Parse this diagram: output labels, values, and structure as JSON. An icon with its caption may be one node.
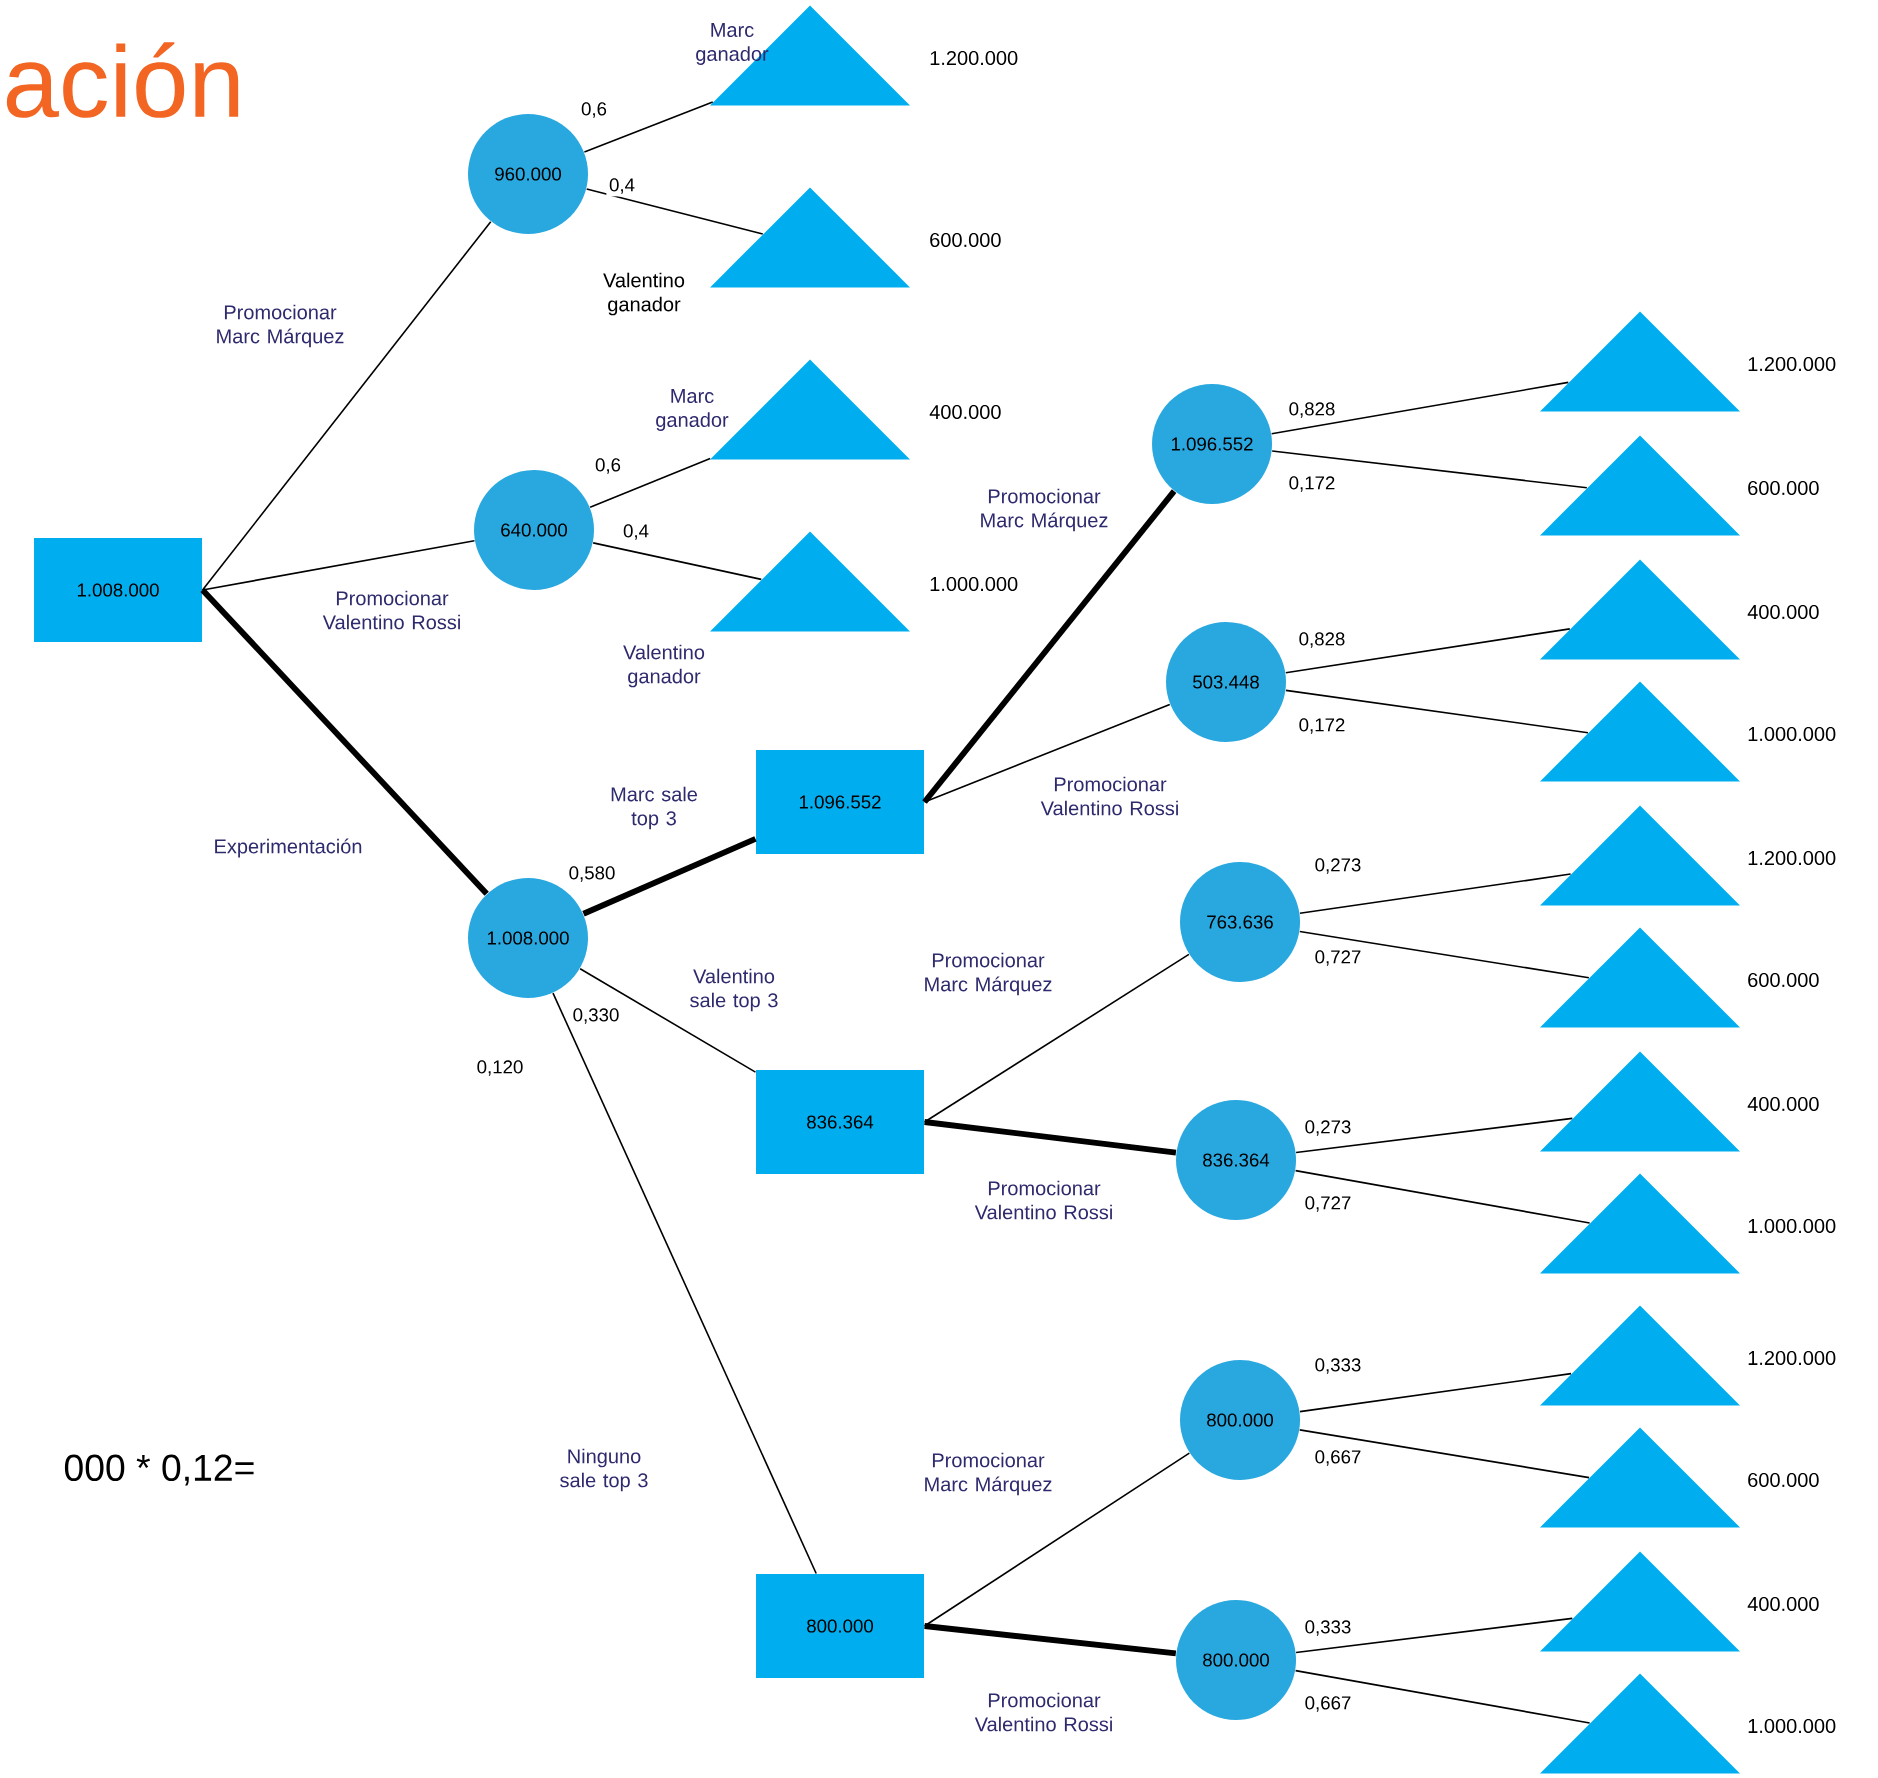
{
  "diagram": {
    "title": "ación",
    "nodes": [
      {
        "text": [
          "1.008.000"
        ]
      },
      {
        "text": [
          "960.000"
        ]
      },
      {
        "text": [],
        "shape": "triangle",
        "beside": [
          "1.200.000"
        ]
      },
      {
        "text": [],
        "shape": "triangle",
        "beside": [
          "600.000"
        ]
      },
      {
        "text": [
          "640.000"
        ]
      },
      {
        "text": [],
        "shape": "triangle",
        "beside": [
          "400.000"
        ]
      },
      {
        "text": [],
        "shape": "triangle",
        "beside": [
          "1.000.000"
        ]
      },
      {
        "text": [
          "1.008.000"
        ]
      },
      {
        "text": [
          "1.096.552"
        ]
      },
      {
        "text": [
          "1.096.552"
        ]
      },
      {
        "text": [],
        "shape": "triangle",
        "beside": [
          "1.200.000"
        ]
      },
      {
        "text": [],
        "shape": "triangle",
        "beside": [
          "600.000"
        ]
      },
      {
        "text": [
          "503.448"
        ]
      },
      {
        "text": [],
        "shape": "triangle",
        "beside": [
          "400.000"
        ]
      },
      {
        "text": [],
        "shape": "triangle",
        "beside": [
          "1.000.000"
        ]
      },
      {
        "text": [
          "836.364"
        ]
      },
      {
        "text": [
          "763.636"
        ]
      },
      {
        "text": [],
        "shape": "triangle",
        "beside": [
          "1.200.000"
        ]
      },
      {
        "text": [],
        "shape": "triangle",
        "beside": [
          "600.000"
        ]
      },
      {
        "text": [
          "836.364"
        ]
      },
      {
        "text": [],
        "shape": "triangle",
        "beside": [
          "400.000"
        ]
      },
      {
        "text": [],
        "shape": "triangle",
        "beside": [
          "1.000.000"
        ]
      },
      {
        "text": [
          "800.000"
        ]
      },
      {
        "text": [
          "800.000"
        ]
      },
      {
        "text": [],
        "shape": "triangle",
        "beside": [
          "1.200.000"
        ]
      },
      {
        "text": [],
        "shape": "triangle",
        "beside": [
          "600.000"
        ]
      },
      {
        "text": [
          "800.000"
        ]
      },
      {
        "text": [],
        "shape": "triangle",
        "beside": [
          "400.000"
        ]
      },
      {
        "text": [],
        "shape": "triangle",
        "beside": [
          "1.000.000"
        ]
      }
    ],
    "edges": [
      {
        "from": 0,
        "to": 1,
        "arrow": "none",
        "label": "Promocionar Marc Márquez"
      },
      {
        "from": 1,
        "to": 2,
        "arrow": "none",
        "label": "0,6"
      },
      {
        "from": 1,
        "to": 3,
        "arrow": "none",
        "label": "0,4"
      },
      {
        "from": 0,
        "to": 4,
        "arrow": "none",
        "label": "Promocionar Valentino Rossi"
      },
      {
        "from": 4,
        "to": 5,
        "arrow": "none",
        "label": "0,6"
      },
      {
        "from": 4,
        "to": 6,
        "arrow": "none",
        "label": "0,4"
      },
      {
        "from": 0,
        "to": 7,
        "arrow": "none",
        "label": "Experimentación",
        "style": "thick"
      },
      {
        "from": 7,
        "to": 8,
        "arrow": "none",
        "label": "0,580",
        "style": "thick"
      },
      {
        "from": 8,
        "to": 9,
        "arrow": "none",
        "label": "Promocionar Marc Márquez",
        "style": "thick"
      },
      {
        "from": 9,
        "to": 10,
        "arrow": "none",
        "label": "0,828"
      },
      {
        "from": 9,
        "to": 11,
        "arrow": "none",
        "label": "0,172"
      },
      {
        "from": 8,
        "to": 12,
        "arrow": "none",
        "label": "Promocionar Valentino Rossi"
      },
      {
        "from": 12,
        "to": 13,
        "arrow": "none",
        "label": "0,828"
      },
      {
        "from": 12,
        "to": 14,
        "arrow": "none",
        "label": "0,172"
      },
      {
        "from": 7,
        "to": 15,
        "arrow": "none",
        "label": "0,330"
      },
      {
        "from": 15,
        "to": 16,
        "arrow": "none",
        "label": "Promocionar Marc Márquez"
      },
      {
        "from": 16,
        "to": 17,
        "arrow": "none",
        "label": "0,273"
      },
      {
        "from": 16,
        "to": 18,
        "arrow": "none",
        "label": "0,727"
      },
      {
        "from": 15,
        "to": 19,
        "arrow": "none",
        "label": "Promocionar Valentino Rossi",
        "style": "thick"
      },
      {
        "from": 19,
        "to": 20,
        "arrow": "none",
        "label": "0,273"
      },
      {
        "from": 19,
        "to": 21,
        "arrow": "none",
        "label": "0,727"
      },
      {
        "from": 7,
        "to": 22,
        "arrow": "none",
        "label": "0,120"
      },
      {
        "from": 22,
        "to": 23,
        "arrow": "none",
        "label": "Promocionar Marc Márquez"
      },
      {
        "from": 23,
        "to": 24,
        "arrow": "none",
        "label": "0,333"
      },
      {
        "from": 23,
        "to": 25,
        "arrow": "none",
        "label": "0,667"
      },
      {
        "from": 22,
        "to": 26,
        "arrow": "none",
        "label": "Promocionar Valentino Rossi",
        "style": "thick"
      },
      {
        "from": 26,
        "to": 27,
        "arrow": "none",
        "label": "0,333"
      },
      {
        "from": 26,
        "to": 28,
        "arrow": "none",
        "label": "0,667"
      }
    ],
    "labels": [
      "Marc ganador",
      "Valentino ganador",
      "Marc ganador",
      "Valentino ganador",
      "Marc sale top 3",
      "Valentino sale top 3",
      "Ninguno sale top 3",
      "000 * 0,12="
    ]
  }
}
